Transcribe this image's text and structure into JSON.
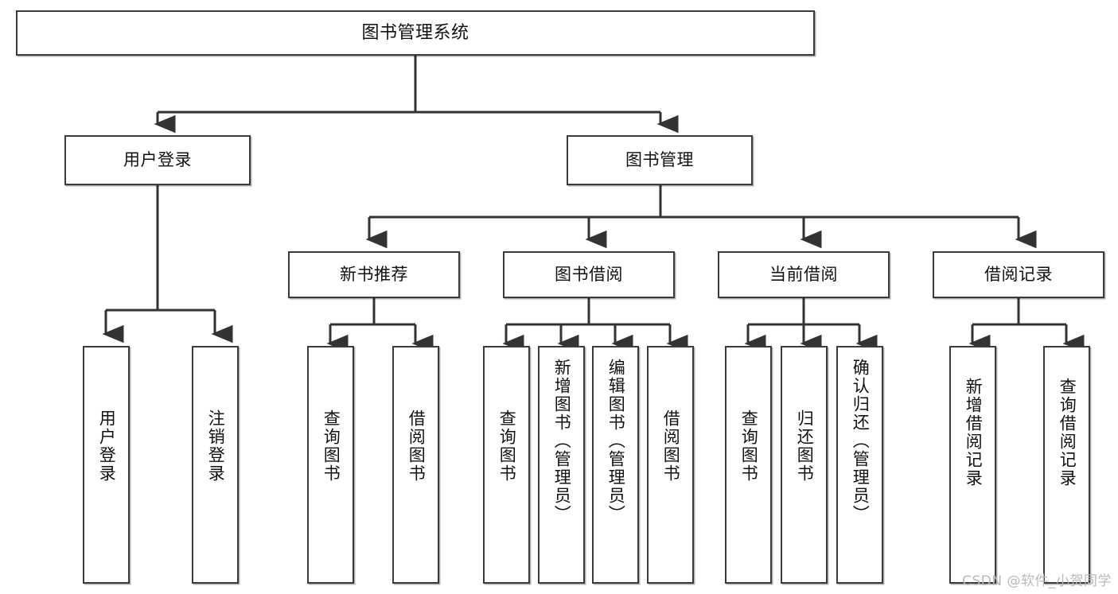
{
  "diagram": {
    "title": "图书管理系统",
    "type": "tree",
    "watermark": "CSDN @软件_小贺同学",
    "root": {
      "id": "root",
      "label": "图书管理系统"
    },
    "level2": [
      {
        "id": "user-login",
        "label": "用户登录"
      },
      {
        "id": "book-manage",
        "label": "图书管理"
      }
    ],
    "level3": [
      {
        "id": "new-book-rec",
        "label": "新书推荐",
        "parent": "book-manage"
      },
      {
        "id": "book-borrow",
        "label": "图书借阅",
        "parent": "book-manage"
      },
      {
        "id": "current-borrow",
        "label": "当前借阅",
        "parent": "book-manage"
      },
      {
        "id": "borrow-record",
        "label": "借阅记录",
        "parent": "book-manage"
      }
    ],
    "leaves": [
      {
        "id": "leaf-user-login",
        "label": "用户登录",
        "parent": "user-login"
      },
      {
        "id": "leaf-user-logout",
        "label": "注销登录",
        "parent": "user-login"
      },
      {
        "id": "leaf-query-book-1",
        "label": "查询图书",
        "parent": "new-book-rec"
      },
      {
        "id": "leaf-borrow-book-1",
        "label": "借阅图书",
        "parent": "new-book-rec"
      },
      {
        "id": "leaf-query-book-2",
        "label": "查询图书",
        "parent": "book-borrow"
      },
      {
        "id": "leaf-add-book",
        "label": "新增图书（管理员）",
        "parent": "book-borrow"
      },
      {
        "id": "leaf-edit-book",
        "label": "编辑图书（管理员）",
        "parent": "book-borrow"
      },
      {
        "id": "leaf-borrow-book-2",
        "label": "借阅图书",
        "parent": "book-borrow"
      },
      {
        "id": "leaf-query-book-3",
        "label": "查询图书",
        "parent": "current-borrow"
      },
      {
        "id": "leaf-return-book",
        "label": "归还图书",
        "parent": "current-borrow"
      },
      {
        "id": "leaf-confirm-return",
        "label": "确认归还（管理员）",
        "parent": "current-borrow"
      },
      {
        "id": "leaf-add-record",
        "label": "新增借阅记录",
        "parent": "borrow-record"
      },
      {
        "id": "leaf-query-record",
        "label": "查询借阅记录",
        "parent": "borrow-record"
      }
    ],
    "colors": {
      "box_border": "#3a3a3a",
      "box_fill": "#ffffff",
      "connector": "#333333",
      "text": "#111111",
      "watermark": "#b9b9b9"
    }
  }
}
